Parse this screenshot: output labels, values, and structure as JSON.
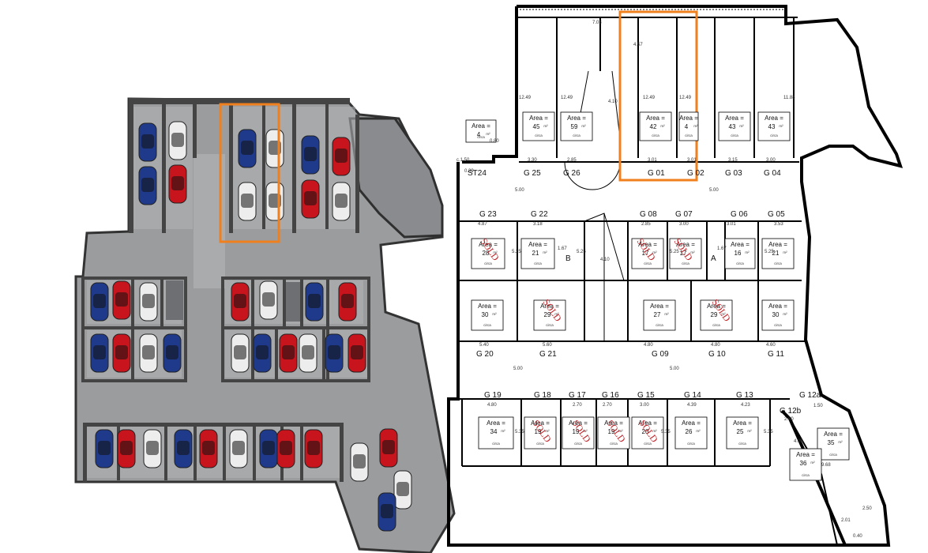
{
  "colors": {
    "floor": "#9a9c9e",
    "wall": "#3a3a3a",
    "car_blue": "#1f3a8a",
    "car_red": "#c8141c",
    "car_white": "#ededed",
    "highlight": "#f07f1e",
    "sold": "#c0262b"
  },
  "left_plan": {
    "name": "3d-garage-render",
    "cars": [
      {
        "c": "blue"
      },
      {
        "c": "blue"
      },
      {
        "c": "white"
      },
      {
        "c": "red"
      },
      {
        "c": "blue"
      },
      {
        "c": "white"
      },
      {
        "c": "white"
      },
      {
        "c": "white"
      },
      {
        "c": "blue"
      },
      {
        "c": "red"
      },
      {
        "c": "red"
      },
      {
        "c": "white"
      },
      {
        "c": "blue"
      },
      {
        "c": "red"
      },
      {
        "c": "white"
      },
      {
        "c": "blue"
      },
      {
        "c": "red"
      },
      {
        "c": "white"
      },
      {
        "c": "blue"
      },
      {
        "c": "red"
      },
      {
        "c": "white"
      },
      {
        "c": "blue"
      },
      {
        "c": "red"
      },
      {
        "c": "white"
      },
      {
        "c": "blue"
      },
      {
        "c": "red"
      },
      {
        "c": "white"
      },
      {
        "c": "blue"
      },
      {
        "c": "red"
      },
      {
        "c": "blue"
      },
      {
        "c": "red"
      },
      {
        "c": "white"
      },
      {
        "c": "blue"
      },
      {
        "c": "red"
      },
      {
        "c": "white"
      },
      {
        "c": "blue"
      },
      {
        "c": "red"
      },
      {
        "c": "red"
      },
      {
        "c": "white"
      },
      {
        "c": "red"
      },
      {
        "c": "white"
      },
      {
        "c": "blue"
      }
    ]
  },
  "right_plan": {
    "labels": {
      "st24": "ST24",
      "g25": "G 25",
      "g26": "G 26",
      "g01": "G 01",
      "g02": "G 02",
      "g03": "G 03",
      "g04": "G 04",
      "g23": "G 23",
      "g22": "G 22",
      "g08": "G 08",
      "g07": "G 07",
      "g06": "G 06",
      "g05": "G 05",
      "g20": "G 20",
      "g21": "G 21",
      "g09": "G 09",
      "g10": "G 10",
      "g11": "G 11",
      "g19": "G 19",
      "g18": "G 18",
      "g17": "G 17",
      "g16": "G 16",
      "g15": "G 15",
      "g14": "G 14",
      "g13": "G 13",
      "g12a": "G 12a",
      "g12b": "G 12b",
      "a": "A",
      "b": "B"
    },
    "units": [
      {
        "area": "45",
        "unit": "m²",
        "circa": "circa"
      },
      {
        "area": "59",
        "unit": "m²",
        "circa": "circa"
      },
      {
        "area": "42",
        "unit": "m²",
        "circa": "circa"
      },
      {
        "area": "4",
        "unit": "m²",
        "circa": "circa"
      },
      {
        "area": "43",
        "unit": "m²",
        "circa": "circa"
      },
      {
        "area": "43",
        "unit": "m²",
        "circa": "circa"
      },
      {
        "area": "4",
        "unit": "m²",
        "circa": "circa"
      },
      {
        "area": "28",
        "unit": "m²",
        "circa": "circa"
      },
      {
        "area": "21",
        "unit": "m²",
        "circa": "circa"
      },
      {
        "area": "17",
        "unit": "m²",
        "circa": "circa"
      },
      {
        "area": "17",
        "unit": "m²",
        "circa": "circa"
      },
      {
        "area": "16",
        "unit": "m²",
        "circa": "circa"
      },
      {
        "area": "21",
        "unit": "m²",
        "circa": "circa"
      },
      {
        "area": "30",
        "unit": "m²",
        "circa": "circa"
      },
      {
        "area": "29",
        "unit": "m²",
        "circa": "circa"
      },
      {
        "area": "27",
        "unit": "m²",
        "circa": "circa"
      },
      {
        "area": "29",
        "unit": "m²",
        "circa": "circa"
      },
      {
        "area": "30",
        "unit": "m²",
        "circa": "circa"
      },
      {
        "area": "34",
        "unit": "m²",
        "circa": "circa"
      },
      {
        "area": "19",
        "unit": "m²",
        "circa": "circa"
      },
      {
        "area": "19",
        "unit": "m²",
        "circa": "circa"
      },
      {
        "area": "19",
        "unit": "m²",
        "circa": "circa"
      },
      {
        "area": "20",
        "unit": "m²",
        "circa": "circa"
      },
      {
        "area": "26",
        "unit": "m²",
        "circa": "circa"
      },
      {
        "area": "25",
        "unit": "m²",
        "circa": "circa"
      },
      {
        "area": "35",
        "unit": "m²",
        "circa": "circa"
      },
      {
        "area": "36",
        "unit": "m²",
        "circa": "circa"
      }
    ],
    "area_word": "Area =",
    "sold": "SOLD",
    "dims": [
      "7.03",
      "4.57",
      "4.10",
      "12.49",
      "12.49",
      "12.49",
      "12.49",
      "11.88",
      "0.80",
      "3.30",
      "2.85",
      "3.01",
      "3.01",
      "3.15",
      "3.00",
      "c.1.50",
      "0.39",
      "5.00",
      "5.00",
      "4.87",
      "3.18",
      "2.85",
      "3.00",
      "3.01",
      "3.53",
      "4.10",
      "5.25",
      "5.25",
      "5.25",
      "5.25",
      "1.67",
      "1.67",
      "5.40",
      "5.60",
      "4.80",
      "4.80",
      "4.60",
      "5.00",
      "5.00",
      "4.80",
      "2.70",
      "2.70",
      "3.00",
      "4.39",
      "4.23",
      "5.35",
      "5.35",
      "5.35",
      "2.60",
      "1.50",
      "9.68",
      "4.00",
      "2.01",
      "2.50",
      "0.40"
    ]
  }
}
